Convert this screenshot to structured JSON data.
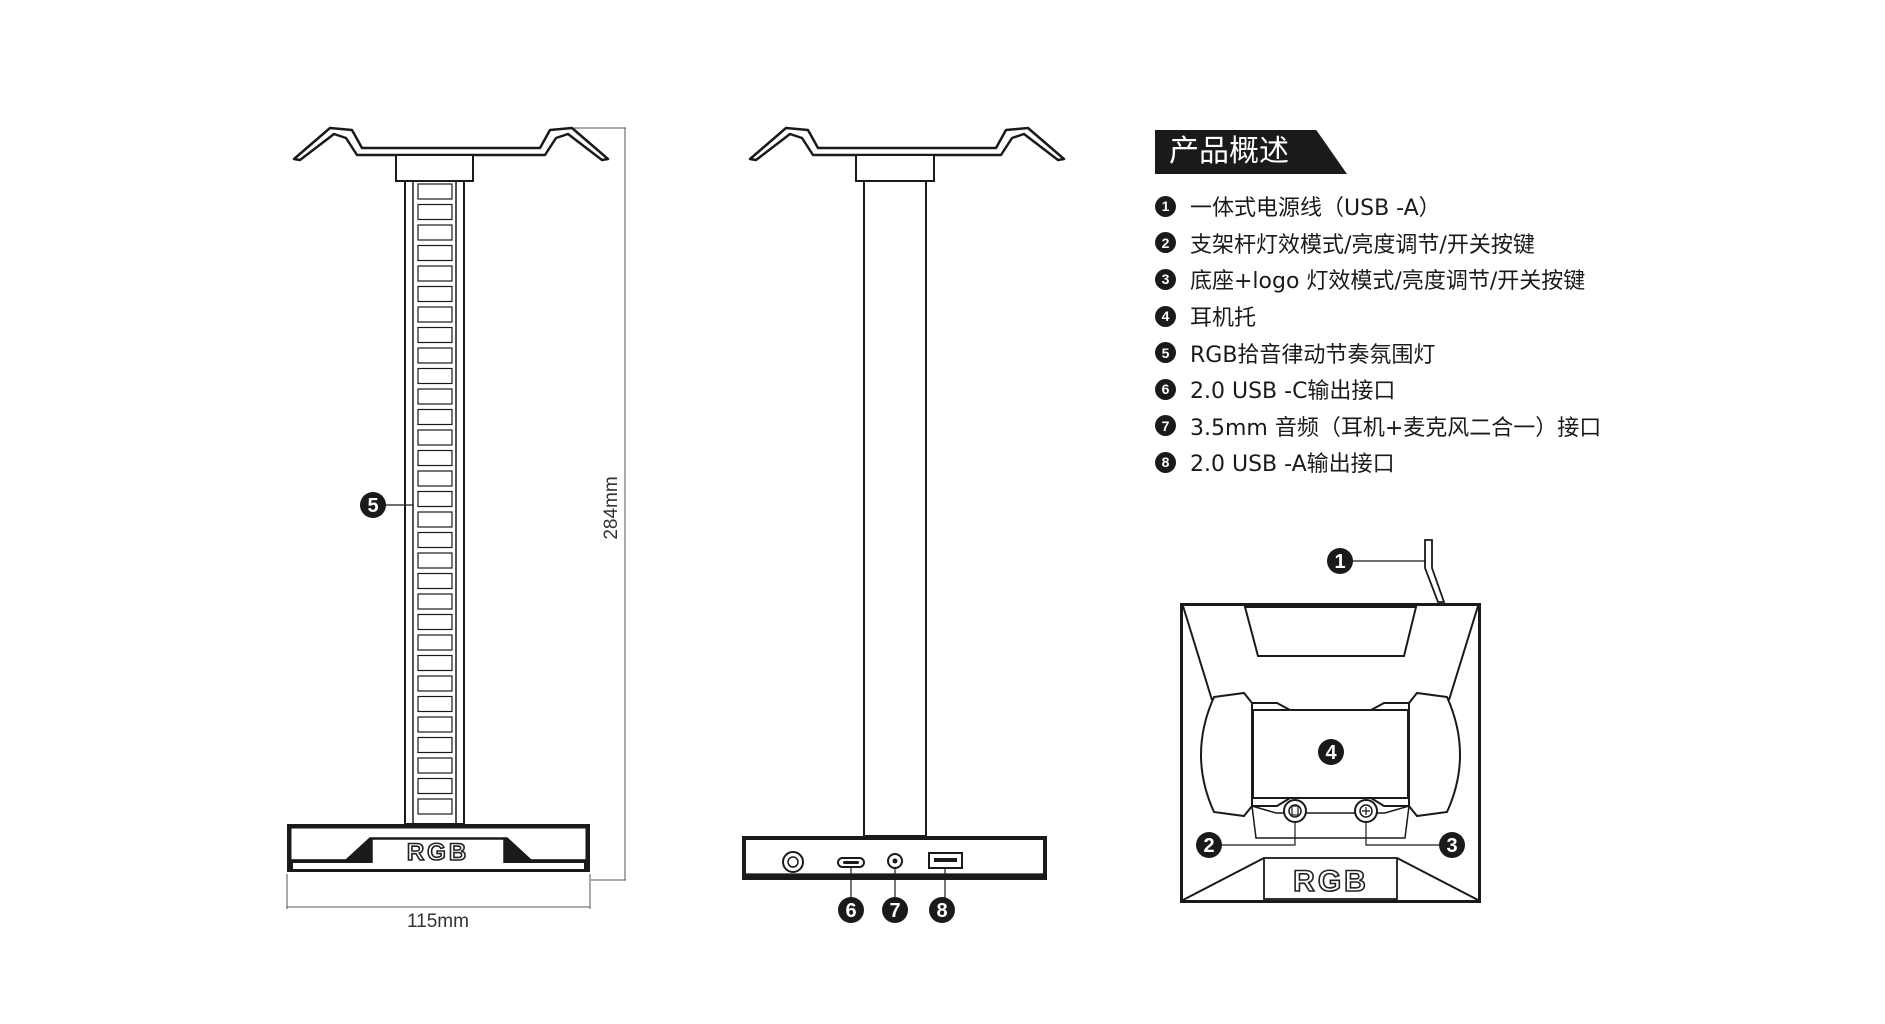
{
  "overview": {
    "title": "产品概述",
    "features": [
      {
        "num": "1",
        "text": "一体式电源线（USB -A）"
      },
      {
        "num": "2",
        "text": "支架杆灯效模式/亮度调节/开关按键"
      },
      {
        "num": "3",
        "text": "底座+logo 灯效模式/亮度调节/开关按键"
      },
      {
        "num": "4",
        "text": "耳机托"
      },
      {
        "num": "5",
        "text": "RGB拾音律动节奏氛围灯"
      },
      {
        "num": "6",
        "text": "2.0 USB -C输出接口"
      },
      {
        "num": "7",
        "text": "3.5mm 音频（耳机+麦克风二合一）接口"
      },
      {
        "num": "8",
        "text": "2.0 USB -A输出接口"
      }
    ]
  },
  "dimensions": {
    "height": "284mm",
    "width": "115mm"
  },
  "labels": {
    "front_rgb": "RGB",
    "top_rgb": "RGB",
    "callout_1": "1",
    "callout_2": "2",
    "callout_3": "3",
    "callout_4": "4",
    "callout_5": "5",
    "callout_6": "6",
    "callout_7": "7",
    "callout_8": "8"
  },
  "colors": {
    "ink": "#1a1a1a",
    "background": "#ffffff"
  }
}
